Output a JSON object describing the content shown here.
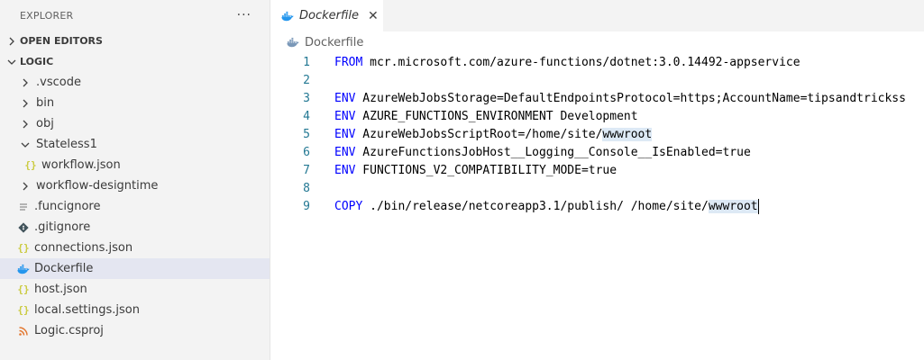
{
  "sidebar": {
    "title": "EXPLORER",
    "more_label": "···",
    "open_editors_label": "OPEN EDITORS",
    "workspace_label": "LOGIC",
    "items": [
      {
        "label": ".vscode",
        "kind": "folder",
        "icon": "chevron-right-icon"
      },
      {
        "label": "bin",
        "kind": "folder",
        "icon": "chevron-right-icon"
      },
      {
        "label": "obj",
        "kind": "folder",
        "icon": "chevron-right-icon"
      },
      {
        "label": "Stateless1",
        "kind": "folder-open",
        "icon": "chevron-down-icon"
      },
      {
        "label": "workflow.json",
        "kind": "file",
        "icon": "json-icon"
      },
      {
        "label": "workflow-designtime",
        "kind": "folder",
        "icon": "chevron-right-icon"
      },
      {
        "label": ".funcignore",
        "kind": "file",
        "icon": "lines-icon"
      },
      {
        "label": ".gitignore",
        "kind": "file",
        "icon": "git-icon"
      },
      {
        "label": "connections.json",
        "kind": "file",
        "icon": "json-icon"
      },
      {
        "label": "Dockerfile",
        "kind": "file",
        "icon": "docker-icon",
        "selected": true
      },
      {
        "label": "host.json",
        "kind": "file",
        "icon": "json-icon"
      },
      {
        "label": "local.settings.json",
        "kind": "file",
        "icon": "json-icon"
      },
      {
        "label": "Logic.csproj",
        "kind": "file",
        "icon": "rss-icon"
      }
    ]
  },
  "editor": {
    "tab_label": "Dockerfile",
    "tab_close": "✕",
    "breadcrumb": "Dockerfile",
    "lines": [
      {
        "n": "1",
        "kw": "FROM",
        "rest": " mcr.microsoft.com/azure-functions/dotnet:3.0.14492-appservice",
        "hl": ""
      },
      {
        "n": "2",
        "kw": "",
        "rest": "",
        "hl": ""
      },
      {
        "n": "3",
        "kw": "ENV",
        "rest": " AzureWebJobsStorage=DefaultEndpointsProtocol=https;AccountName=tipsandtrickss",
        "hl": ""
      },
      {
        "n": "4",
        "kw": "ENV",
        "rest": " AZURE_FUNCTIONS_ENVIRONMENT Development",
        "hl": ""
      },
      {
        "n": "5",
        "kw": "ENV",
        "rest": " AzureWebJobsScriptRoot=/home/site/",
        "hl": "wwwroot"
      },
      {
        "n": "6",
        "kw": "ENV",
        "rest": " AzureFunctionsJobHost__Logging__Console__IsEnabled=true",
        "hl": ""
      },
      {
        "n": "7",
        "kw": "ENV",
        "rest": " FUNCTIONS_V2_COMPATIBILITY_MODE=true",
        "hl": ""
      },
      {
        "n": "8",
        "kw": "",
        "rest": "",
        "hl": ""
      },
      {
        "n": "9",
        "kw": "COPY",
        "rest": " ./bin/release/netcoreapp3.1/publish/ /home/site/",
        "hl": "wwwroot",
        "cursor": true
      }
    ]
  },
  "colors": {
    "keyword": "#0000ff",
    "line_number": "#237893",
    "selection": "#e4e6f1",
    "word_highlight": "#dde9f5",
    "docker": "#2496ed",
    "json": "#cbcb41",
    "git": "#41535b",
    "rss": "#e37933"
  }
}
